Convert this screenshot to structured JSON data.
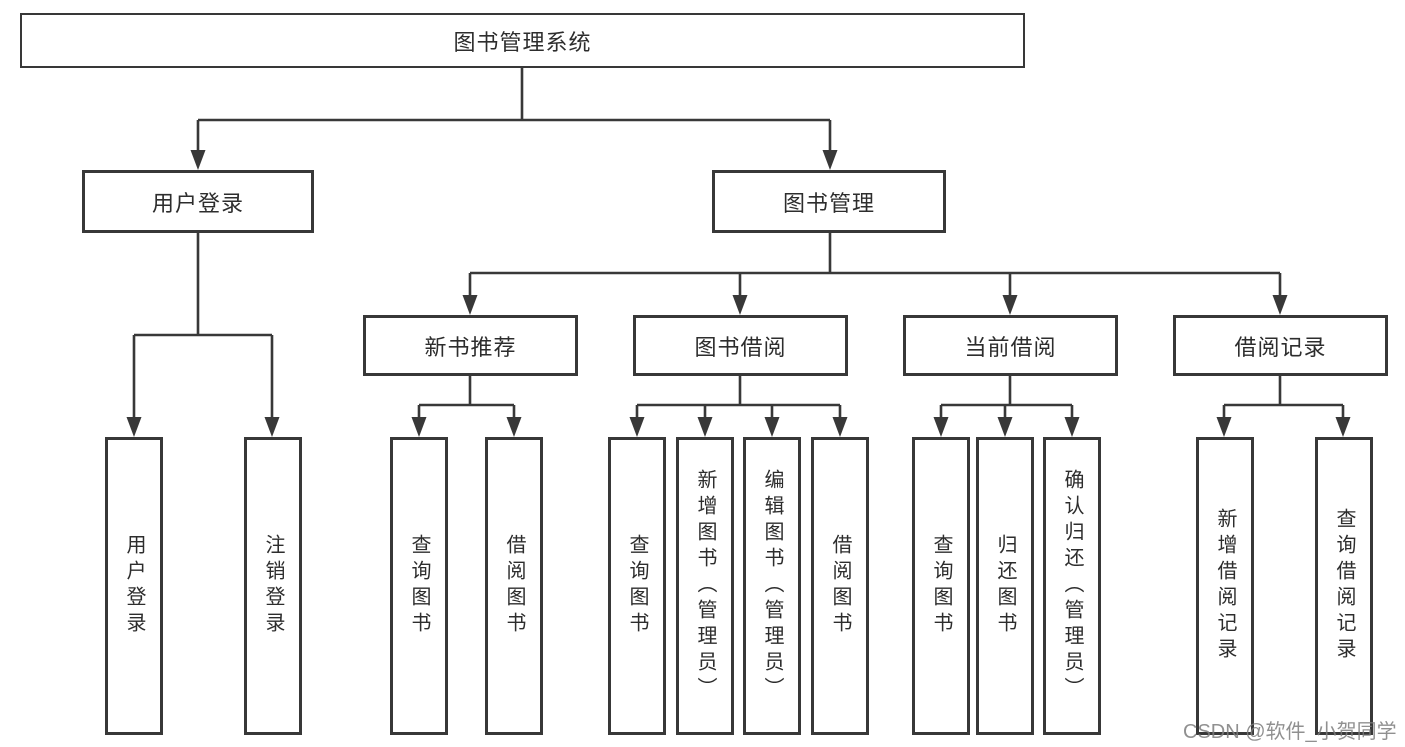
{
  "tree": {
    "label": "图书管理系统",
    "children": [
      {
        "label": "用户登录",
        "children": [
          {
            "label": "用户登录"
          },
          {
            "label": "注销登录"
          }
        ]
      },
      {
        "label": "图书管理",
        "children": [
          {
            "label": "新书推荐",
            "children": [
              {
                "label": "查询图书"
              },
              {
                "label": "借阅图书"
              }
            ]
          },
          {
            "label": "图书借阅",
            "children": [
              {
                "label": "查询图书"
              },
              {
                "label": "新增图书（管理员）"
              },
              {
                "label": "编辑图书（管理员）"
              },
              {
                "label": "借阅图书"
              }
            ]
          },
          {
            "label": "当前借阅",
            "children": [
              {
                "label": "查询图书"
              },
              {
                "label": "归还图书"
              },
              {
                "label": "确认归还（管理员）"
              }
            ]
          },
          {
            "label": "借阅记录",
            "children": [
              {
                "label": "新增借阅记录"
              },
              {
                "label": "查询借阅记录"
              }
            ]
          }
        ]
      }
    ]
  },
  "watermark": "CSDN @软件_小贺同学",
  "colors": {
    "line": "#383838",
    "text": "#2d2d2d",
    "background": "#ffffff",
    "watermark": "#7d7d7d"
  }
}
